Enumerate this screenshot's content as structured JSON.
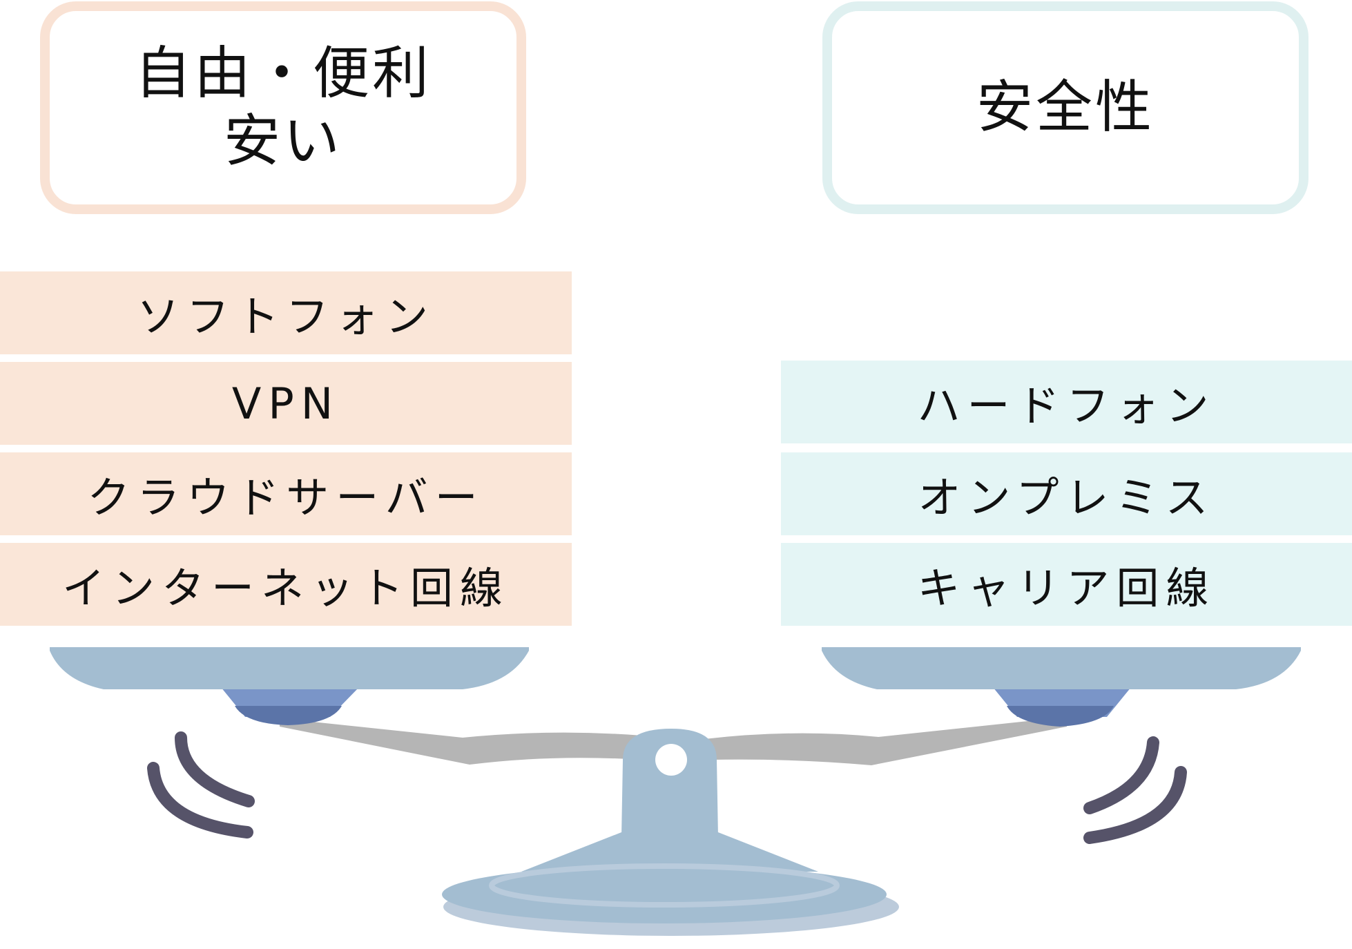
{
  "colors": {
    "left_theme": "#fae6d8",
    "left_border": "#f9e2d4",
    "right_theme": "#e4f5f5",
    "right_border": "#dff0f0",
    "scale_body": "#a3bdd1",
    "scale_dark": "#7a95c8",
    "scale_darker": "#5b74a8",
    "beam": "#b5b5b5",
    "motion_lines": "#565369"
  },
  "left": {
    "header": [
      "自由・便利",
      "安い"
    ],
    "items": [
      "ソフトフォン",
      "VPN",
      "クラウドサーバー",
      "インターネット回線"
    ]
  },
  "right": {
    "header": [
      "安全性"
    ],
    "items": [
      "ハードフォン",
      "オンプレミス",
      "キャリア回線"
    ]
  },
  "icons": {
    "scale": "balance-scale-icon",
    "left_motion": "motion-lines-icon",
    "right_motion": "motion-lines-icon"
  }
}
